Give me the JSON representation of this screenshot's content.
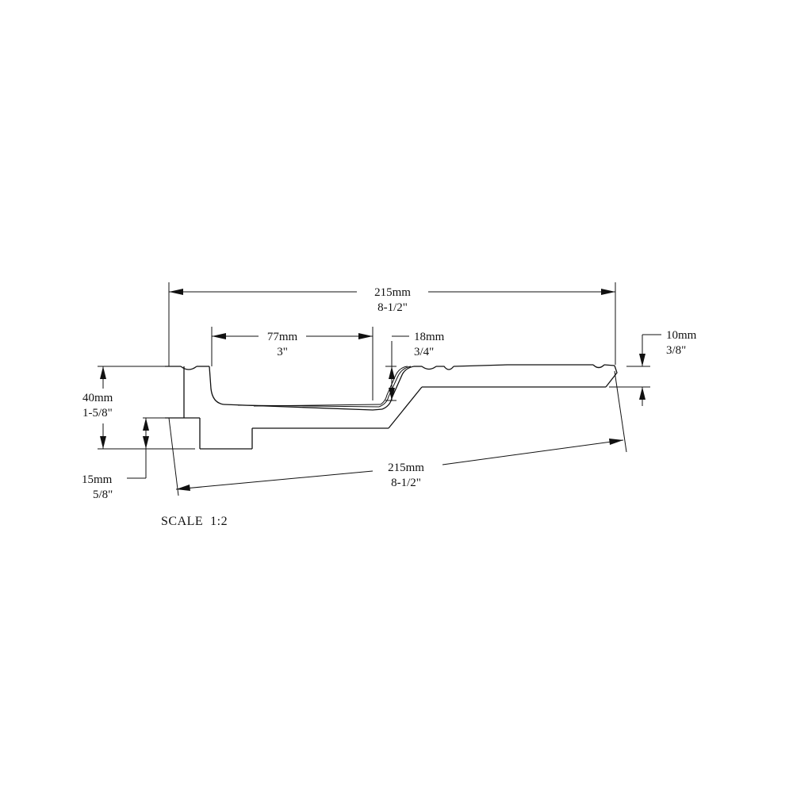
{
  "diagram": {
    "colors": {
      "ink": "#111111",
      "background": "#ffffff"
    },
    "dimensions": {
      "overall_width_top": {
        "metric": "215mm",
        "imperial": "8-1/2\""
      },
      "recess_width": {
        "metric": "77mm",
        "imperial": "3\""
      },
      "slope_rise": {
        "metric": "18mm",
        "imperial": "3/4\""
      },
      "edge_thickness": {
        "metric": "10mm",
        "imperial": "3/8\""
      },
      "overall_height": {
        "metric": "40mm",
        "imperial": "1-5/8\""
      },
      "step_height": {
        "metric": "15mm",
        "imperial": "5/8\""
      },
      "overall_width_bottom": {
        "metric": "215mm",
        "imperial": "8-1/2\""
      }
    },
    "scale_label": "SCALE  1:2"
  }
}
